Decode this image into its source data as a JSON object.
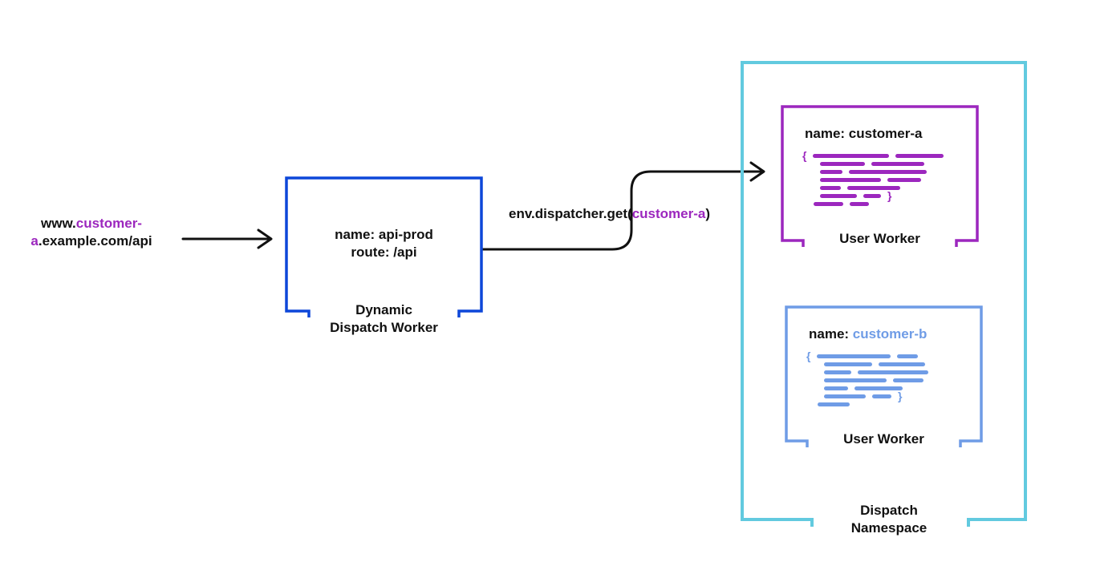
{
  "colors": {
    "purple": "#9C27BE",
    "blue": "#0D47D9",
    "cyan": "#62CADF",
    "cornflower": "#6F9CE6",
    "ink": "#111111"
  },
  "source_url": {
    "prefix": "www.",
    "highlight_top": "customer-",
    "highlight_bottom": "a",
    "rest": ".example.com/api"
  },
  "dispatch_worker": {
    "name_line": "name: api-prod",
    "route_line": "route: /api",
    "label_line1": "Dynamic",
    "label_line2": "Dispatch Worker"
  },
  "dispatcher_call": {
    "prefix": "env.dispatcher.get(",
    "argument": "customer-a",
    "suffix": ")"
  },
  "namespace": {
    "label_line1": "Dispatch",
    "label_line2": "Namespace",
    "workers": [
      {
        "name_prefix": "name: ",
        "name_value": "customer-a",
        "name_value_color": "#111111",
        "label": "User Worker",
        "color": "#9C27BE",
        "open_brace": "{",
        "close_brace": "}",
        "code_lines": [
          {
            "indent": 0,
            "widths": [
              95,
              60
            ],
            "open": true
          },
          {
            "indent": 22,
            "widths": [
              56,
              66
            ]
          },
          {
            "indent": 22,
            "widths": [
              28,
              97
            ]
          },
          {
            "indent": 22,
            "widths": [
              76,
              42
            ]
          },
          {
            "indent": 22,
            "widths": [
              26,
              66
            ]
          },
          {
            "indent": 22,
            "widths": [
              46,
              22
            ],
            "close": true
          },
          {
            "indent": 14,
            "widths": [
              37,
              24
            ]
          }
        ]
      },
      {
        "name_prefix": "name: ",
        "name_value": "customer-b",
        "name_value_color": "#6F9CE6",
        "label": "User Worker",
        "color": "#6F9CE6",
        "open_brace": "{",
        "close_brace": "}",
        "code_lines": [
          {
            "indent": 0,
            "widths": [
              92,
              26
            ],
            "open": true
          },
          {
            "indent": 22,
            "widths": [
              60,
              58
            ]
          },
          {
            "indent": 22,
            "widths": [
              34,
              88
            ]
          },
          {
            "indent": 22,
            "widths": [
              78,
              38
            ]
          },
          {
            "indent": 22,
            "widths": [
              30,
              60
            ]
          },
          {
            "indent": 22,
            "widths": [
              52,
              24
            ],
            "close": true
          },
          {
            "indent": 14,
            "widths": [
              40
            ]
          }
        ]
      }
    ]
  }
}
